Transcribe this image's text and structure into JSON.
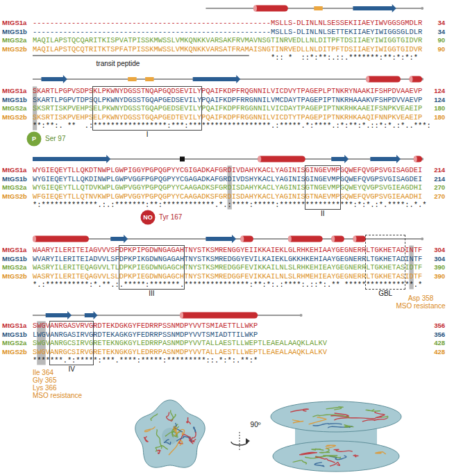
{
  "diagram": {
    "nodes": [
      {
        "text": [
          "I"
        ]
      },
      {
        "text": [
          "P",
          "Ser 97"
        ]
      },
      {
        "text": [
          "II"
        ]
      },
      {
        "text": [
          "NO",
          "Tyr 167"
        ]
      },
      {
        "text": [
          "III"
        ]
      },
      {
        "text": [
          "GBL"
        ]
      },
      {
        "text": [
          "IV"
        ]
      }
    ],
    "edges": [],
    "labels": [
      "MtGS1a",
      "-------------------------------------------------------MSLLS-DLINLNLSESSEKIIAEYIWVGGSGMDLR",
      "34",
      "MtGS1b",
      "-------------------------------------------------------MSLLS-DLINLNLSETTEKIIAEYIWIGGSGLDLR",
      "34",
      "MtGS2a",
      "MAQILAPSTQCQARITKISPVATPISSKMWSSLVMKQNKKVARSAKFRVMAVNSGTINRVEDLLNLDITPFTDSIIAEYIWIGGTGIDVR",
      "90",
      "MtGS2b",
      "MAQILAPSTQCQTRITKTSPFATPISSKMWSSLVMKQNKKVARSATFRAMAISNGTINRVEDLLNLDITPFTDSIIAEYIWIGGTGIDVR",
      "90",
      "*:: *  ::*:**:.::.*******:**:*:*:*",
      "transit peptide",
      "MtGS1a",
      "SKARTLPGPVSDPSKLPKWNYDGSSTNQAPGQDSEVILYPQAIFKDPFRQGNNILVICDVYTPAGEPLPTNKRYNAAKIFSHPDVAAEVP",
      "124",
      "MtGS1b",
      "SKARTLPGPVTDPSQLPKWNYDGSSTGQAPGEDSEVILYPQAIFKDPFRRGNNILVMCDAYTPAGEPIPTNKRHAAAKVFSHPDVVAEVP",
      "124",
      "MtGS2a",
      "SKSRTISKPVEHPSELPKWNYDGSSTGQAPGEDSEVILYPQAIFKDPFRGGNNILVICDAYTPAGEPIPTNKRHKAAEIFSNPKVEAEIP",
      "180",
      "MtGS2b",
      "SKSRTISKPVEHPSELPKWNYDGSSTGQAPGEDTEVILYPQAIFKDPFRGGNNILVICDTYTPAGEPIPTNKRHKAAQIFNNPKVEAEIP",
      "180",
      "**:**:. **  .:*****************:***:*******************.:*****.*:****.:*:**:*.::*:*.:*..***:",
      "MtGS1a",
      "WYGIEQEYTLLQKDTNWPLGWPIGGYPGPQGPYYCGIGADKAFGRDIVDAHYKACLYAGINISGINGEVMPGQWEFQVGPSVGISAGDEI",
      "214",
      "MtGS1b",
      "WYGIEQEYTLLQKDINWPLGWPVGGFPGPQGPYYCGAGADKAFGRDIVDSHYKACLYAGINISGINGEVMPGQWEFQVGPSVGISAGDEI",
      "214",
      "MtGS2a",
      "WYGIEQEYTLLQTDVKWPLGWPVGGYPGPQGPYYCAAGADKSFGRDISDAHYKACLYAGINISGTNGEVMPGQWEYQVGPSVGIEAGDHI",
      "270",
      "MtGS2b",
      "WFGIEQEYTLLQTNVKWPLGWPVGGYPGPQGPYYCAAGADKSFGRDISDAHYKACLYAGINISGTNAEVMPGQWEFQVGPSVGIEAADHI",
      "270",
      "*:*************.:.:*******:**:************.*.:****:*****:*****************:*:*.:*.****:.*.*",
      "MtGS1a",
      "WAARYILERITEIAGVVVSFDPKPIPGDWNGAGAHTNYSTKSMRENGGYEIIKKAIEKLGLRHKEHIAAYGEGNERRLTGKHETADINTF",
      "304",
      "MtGS1b",
      "WVARYILERITEIADVVLSFDPKPIKGDWNGAGAHTNYSTKSMREDGGYEVILKAIEKLGKKHKEHIAAYGEGNERRLTGKHETADINTF",
      "304",
      "MtGS2a",
      "WASRYILERITEQAGVVLTLDPKPIEGDWNGAGCHTNYSTKSMREDGGFEVIKKAILNLSLRHKEHIEAYGEGNERRLTGKHETASIDTF",
      "390",
      "MtGS2b",
      "WASRYILERITEQAGVVLSLDPKPIEGDWNGAGCHTNYSTKSMREDGGFEVIKKAILNLSLRHMEHIEAYGEGNERRLTGKHETASIDTF",
      "390",
      "*.:**********:*.**.:.*****:*******.***************:**:*:.:****:.::*:.** ****************.*",
      "Asp 358",
      "MSO resistance",
      "MtGS1a",
      "SWGVANRGASVRVGRDTEKDGKGYFEDRRPSSNMDPYVVTSMIAETTLLWKP",
      "356",
      "MtGS1b",
      "LWGVANRGASIRVGRDTEKAGKGYFEDRRPSSNMDPYVVTSMIADTTILWKP",
      "356",
      "MtGS2a",
      "SWGVANRGCSIRVGRETEKNGKGYLEDRRPASNMDPYVVTALLAESTLLWEPTLEAEALAAQKLALKV",
      "428",
      "MtGS2b",
      "SWGVANRGCSIRVGRETEKNGKGYLEDRRPASNMDPYVVTALLAESTLLWEPTLEAEALAAQKLALKV",
      "428",
      "*******.*:*****:***.****:*****:*********::.*:*:.**:*",
      "Ile 364",
      "Gly 365",
      "Lys 366",
      "MSO resistance",
      "90º"
    ]
  }
}
